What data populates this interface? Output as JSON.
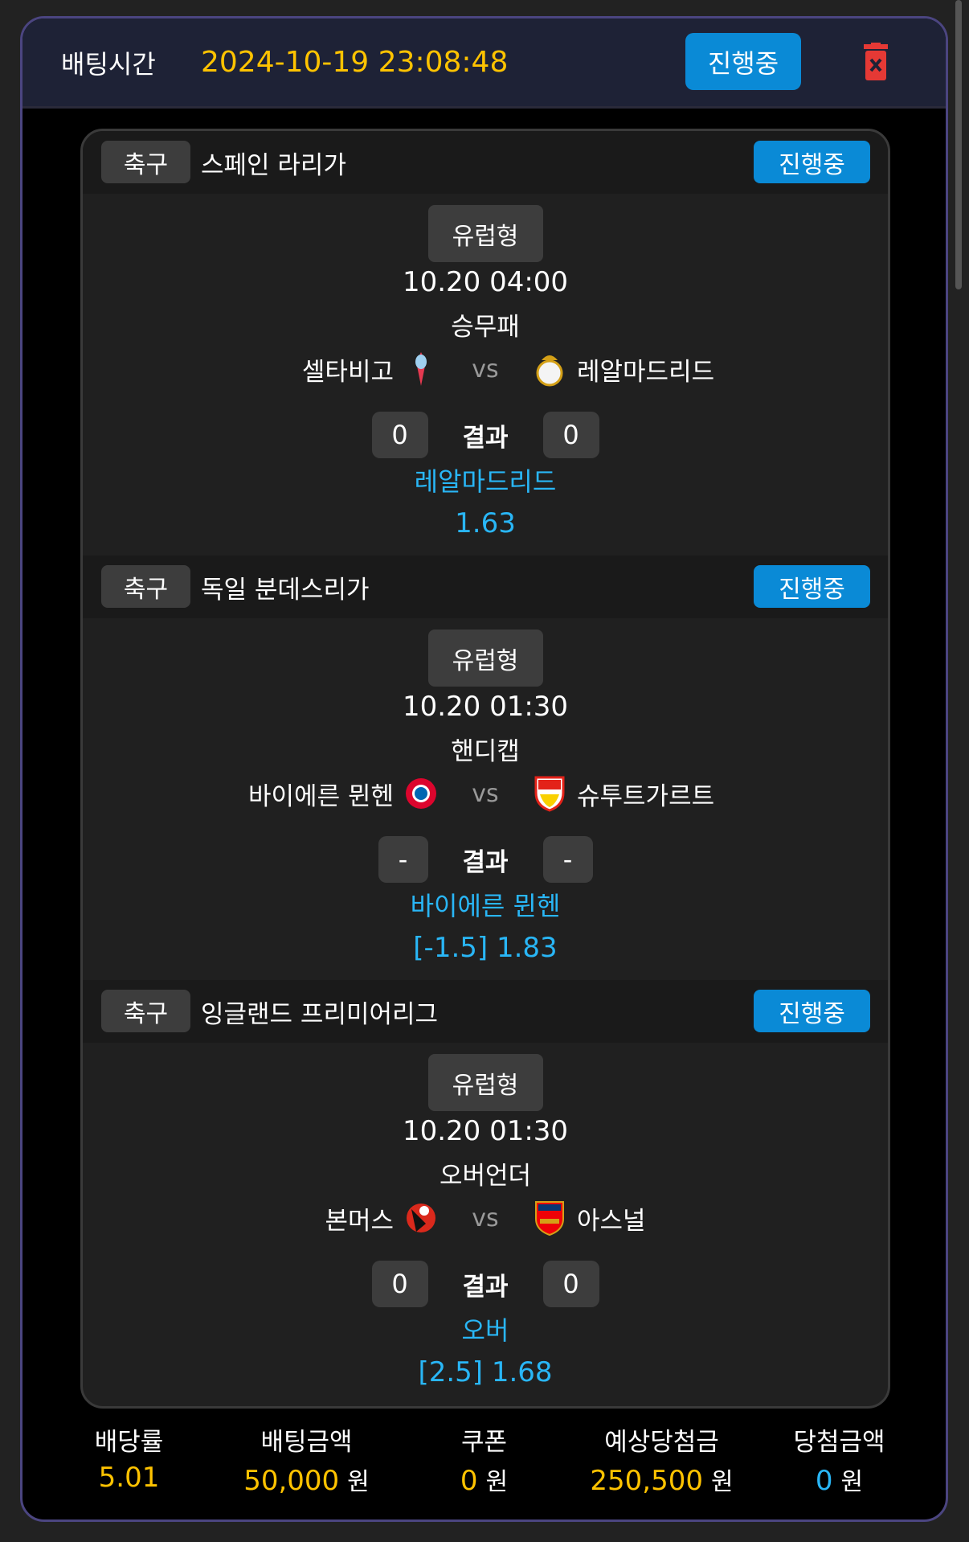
{
  "header": {
    "label": "배팅시간",
    "datetime": "2024-10-19 23:08:48",
    "status": "진행중"
  },
  "bets": [
    {
      "sport": "축구",
      "league": "스페인 라리가",
      "status": "진행중",
      "type": "유럽형",
      "time": "10.20 04:00",
      "market": "승무패",
      "home": "셀타비고",
      "away": "레알마드리드",
      "vs": "vs",
      "home_score": "0",
      "result_label": "결과",
      "away_score": "0",
      "pick": "레알마드리드",
      "odds": "1.63"
    },
    {
      "sport": "축구",
      "league": "독일 분데스리가",
      "status": "진행중",
      "type": "유럽형",
      "time": "10.20 01:30",
      "market": "핸디캡",
      "home": "바이에른 뮌헨",
      "away": "슈투트가르트",
      "vs": "vs",
      "home_score": "-",
      "result_label": "결과",
      "away_score": "-",
      "pick": "바이에른 뮌헨",
      "odds": "[-1.5] 1.83"
    },
    {
      "sport": "축구",
      "league": "잉글랜드 프리미어리그",
      "status": "진행중",
      "type": "유럽형",
      "time": "10.20 01:30",
      "market": "오버언더",
      "home": "본머스",
      "away": "아스널",
      "vs": "vs",
      "home_score": "0",
      "result_label": "결과",
      "away_score": "0",
      "pick": "오버",
      "odds": "[2.5] 1.68"
    }
  ],
  "summary": [
    {
      "label": "배당률",
      "value": "5.01",
      "unit": ""
    },
    {
      "label": "배팅금액",
      "value": "50,000",
      "unit": "원"
    },
    {
      "label": "쿠폰",
      "value": "0",
      "unit": "원"
    },
    {
      "label": "예상당첨금",
      "value": "250,500",
      "unit": "원"
    },
    {
      "label": "당첨금액",
      "value": "0",
      "unit": "원"
    }
  ],
  "colors": {
    "accent": "#0a8ad6",
    "highlight": "#29b6f6",
    "amount": "#ffc300",
    "border": "#4b4580"
  }
}
